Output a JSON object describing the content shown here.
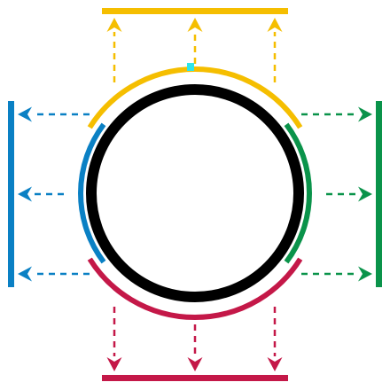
{
  "diagram": {
    "colors": {
      "top": "#F5BE00",
      "left": "#0A80C4",
      "right": "#0A934A",
      "bottom": "#C41848",
      "ring": "#000000",
      "marker": "#2EE6EA",
      "background": "#FFFFFF"
    },
    "sides": [
      {
        "name": "top",
        "color_key": "top",
        "arrow_count": 3
      },
      {
        "name": "left",
        "color_key": "left",
        "arrow_count": 3
      },
      {
        "name": "right",
        "color_key": "right",
        "arrow_count": 3
      },
      {
        "name": "bottom",
        "color_key": "bottom",
        "arrow_count": 3
      }
    ],
    "marker": {
      "shape": "square",
      "color_key": "marker",
      "side": "top"
    }
  }
}
